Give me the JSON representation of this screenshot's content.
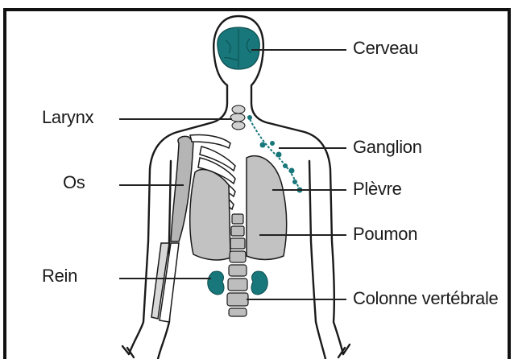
{
  "labels": {
    "cerveau": "Cerveau",
    "larynx": "Larynx",
    "ganglion": "Ganglion",
    "os": "Os",
    "plevre": "Plèvre",
    "poumon": "Poumon",
    "rein": "Rein",
    "colonne": "Colonne vertébrale"
  },
  "colors": {
    "frame": "#111111",
    "outline": "#1a1a1a",
    "teal": "#17777a",
    "lung": "#c2c2c2",
    "bone": "#b5b5b5",
    "line": "#222222"
  }
}
